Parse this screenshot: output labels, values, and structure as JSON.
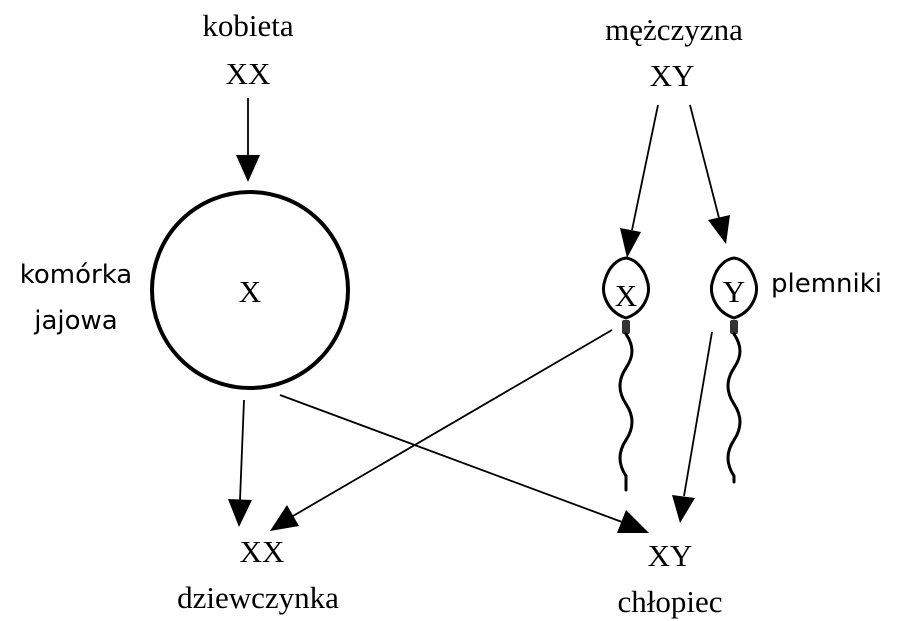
{
  "female": {
    "label": "kobieta",
    "genotype": "XX"
  },
  "male": {
    "label": "mężczyzna",
    "genotype": "XY"
  },
  "egg": {
    "label_line1": "komórka",
    "label_line2": "jajowa",
    "chromosome": "X"
  },
  "sperm": {
    "label": "plemniki",
    "x_chromosome": "X",
    "y_chromosome": "Y"
  },
  "offspring": {
    "girl_genotype": "XX",
    "girl_label": "dziewczynka",
    "boy_genotype": "XY",
    "boy_label": "chłopiec"
  }
}
